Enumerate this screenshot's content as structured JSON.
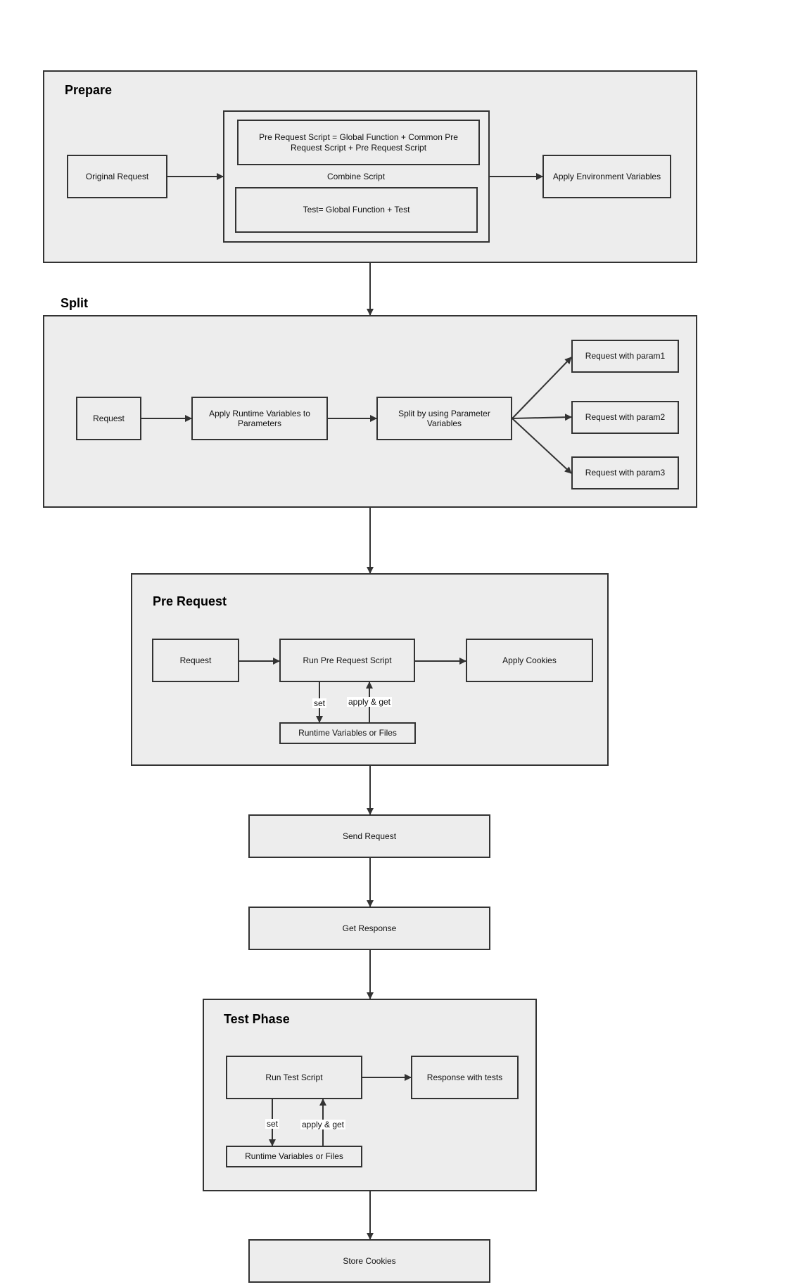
{
  "prepare": {
    "title": "Prepare",
    "original_request": "Original Request",
    "combine_script_label": "Combine Script",
    "pre_request_script": "Pre Request Script = Global Function + Common Pre Request Script + Pre Request Script",
    "test": "Test= Global Function + Test",
    "apply_env": "Apply Environment Variables"
  },
  "split": {
    "title": "Split",
    "request": "Request",
    "apply_runtime": "Apply Runtime Variables to Parameters",
    "split_by": "Split by using Parameter Variables",
    "param1": "Request with param1",
    "param2": "Request with param2",
    "param3": "Request with param3"
  },
  "pre_request": {
    "title": "Pre Request",
    "request": "Request",
    "run_script": "Run Pre Request Script",
    "apply_cookies": "Apply Cookies",
    "runtime_vars": "Runtime Variables or Files",
    "set_label": "set",
    "apply_get_label": "apply & get"
  },
  "send_request": "Send Request",
  "get_response": "Get Response",
  "test_phase": {
    "title": "Test Phase",
    "run_test": "Run Test Script",
    "response_tests": "Response with tests",
    "runtime_vars": "Runtime Variables or Files",
    "set_label": "set",
    "apply_get_label": "apply & get"
  },
  "store_cookies": "Store Cookies",
  "colors": {
    "group_fill": "#ededed",
    "stroke": "#333333",
    "background": "#ffffff"
  }
}
